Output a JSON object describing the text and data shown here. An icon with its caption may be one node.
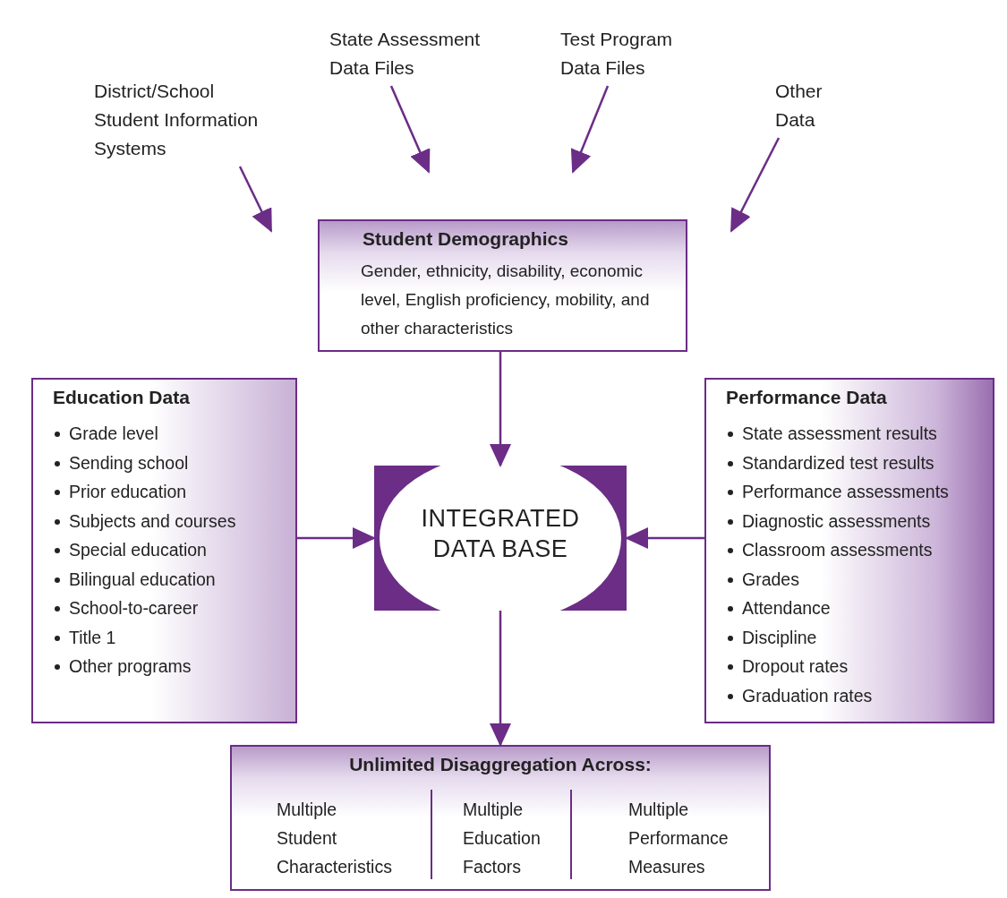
{
  "diagram": {
    "nodes": [
      {
        "text": [
          "District/School Student Information Systems"
        ]
      },
      {
        "text": [
          "State Assessment Data Files"
        ]
      },
      {
        "text": [
          "Test Program Data Files"
        ]
      },
      {
        "text": [
          "Other Data"
        ]
      },
      {
        "text": [
          "Student Demographics",
          "Gender, ethnicity, disability, economic level, English proficiency, mobility, and other characteristics"
        ]
      },
      {
        "text": [
          "Education Data",
          "Grade level",
          "Sending school",
          "Prior education",
          "Subjects and courses",
          "Special education",
          "Bilingual education",
          "School-to-career",
          "Title 1",
          "Other programs"
        ]
      },
      {
        "text": [
          "INTEGRATED DATA BASE"
        ]
      },
      {
        "text": [
          "Performance Data",
          "State assessment results",
          "Standardized test results",
          "Performance assessments",
          "Diagnostic assessments",
          "Classroom assessments",
          "Grades",
          "Attendance",
          "Discipline",
          "Dropout rates",
          "Graduation rates"
        ]
      },
      {
        "text": [
          "Unlimited Disaggregation Across:",
          "Multiple Student Characteristics",
          "Multiple Education Factors",
          "Multiple Performance Measures"
        ]
      }
    ],
    "edges": [
      {
        "from": 0,
        "to": null,
        "arrow": "to"
      },
      {
        "from": 1,
        "to": null,
        "arrow": "to"
      },
      {
        "from": 2,
        "to": null,
        "arrow": "to"
      },
      {
        "from": 3,
        "to": null,
        "arrow": "to"
      },
      {
        "from": 4,
        "to": 6,
        "arrow": "to"
      },
      {
        "from": 5,
        "to": 6,
        "arrow": "to"
      },
      {
        "from": 7,
        "to": 6,
        "arrow": "to"
      },
      {
        "from": 6,
        "to": 8,
        "arrow": "to"
      }
    ]
  }
}
